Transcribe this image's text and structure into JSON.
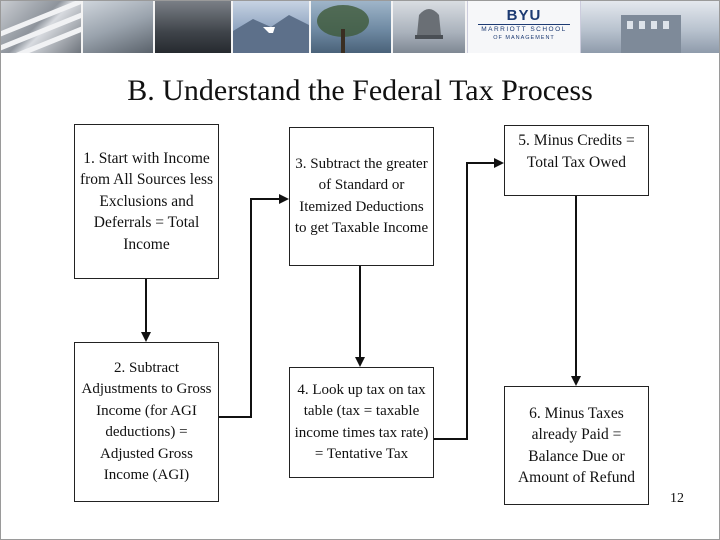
{
  "banner": {
    "logo_text": "BYU",
    "logo_sub1": "MARRIOTT SCHOOL",
    "logo_sub2": "OF MANAGEMENT"
  },
  "title": "B.  Understand the Federal Tax Process",
  "steps": [
    {
      "text": "1. Start with Income from All Sources less Exclusions and Deferrals = Total Income"
    },
    {
      "text": "2.  Subtract Adjustments to Gross Income (for AGI deductions) = Adjusted Gross Income (AGI)"
    },
    {
      "text": "3.  Subtract the greater of Standard or Itemized Deductions to get Taxable Income"
    },
    {
      "text": "4.  Look up tax on tax table (tax = taxable income times tax rate) = Tentative Tax"
    },
    {
      "text": "5. Minus Credits = Total Tax Owed"
    },
    {
      "text": "6.  Minus Taxes already Paid = Balance Due or Amount of Refund"
    }
  ],
  "page_number": "12"
}
